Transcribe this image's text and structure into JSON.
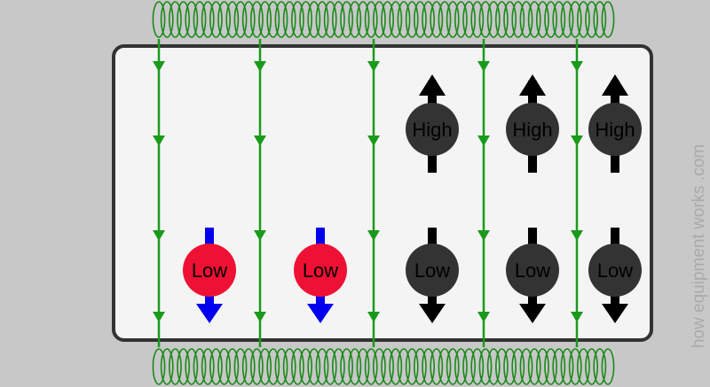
{
  "watermark": "how equipment works .com",
  "colors": {
    "background": "#c8c8c8",
    "sample_fill": "#f4f4f4",
    "sample_stroke": "#333333",
    "coil": "#1a8a1a",
    "field_line": "#1a9a1a",
    "low_unaligned": "#ee1133",
    "low_aligned": "#333333",
    "high": "#333333",
    "blue_arrow": "#0000ee",
    "black_arrow": "#000000",
    "watermark": "#aaaaaa"
  },
  "spins": [
    {
      "label": "Low",
      "state": "low",
      "aligned": false,
      "direction": "down"
    },
    {
      "label": "Low",
      "state": "low",
      "aligned": false,
      "direction": "down"
    },
    {
      "label": "High",
      "state": "high",
      "aligned": true,
      "direction": "up"
    },
    {
      "label": "Low",
      "state": "low",
      "aligned": true,
      "direction": "down"
    },
    {
      "label": "High",
      "state": "high",
      "aligned": true,
      "direction": "up"
    },
    {
      "label": "Low",
      "state": "low",
      "aligned": true,
      "direction": "down"
    },
    {
      "label": "High",
      "state": "high",
      "aligned": true,
      "direction": "up"
    },
    {
      "label": "Low",
      "state": "low",
      "aligned": true,
      "direction": "down"
    }
  ]
}
